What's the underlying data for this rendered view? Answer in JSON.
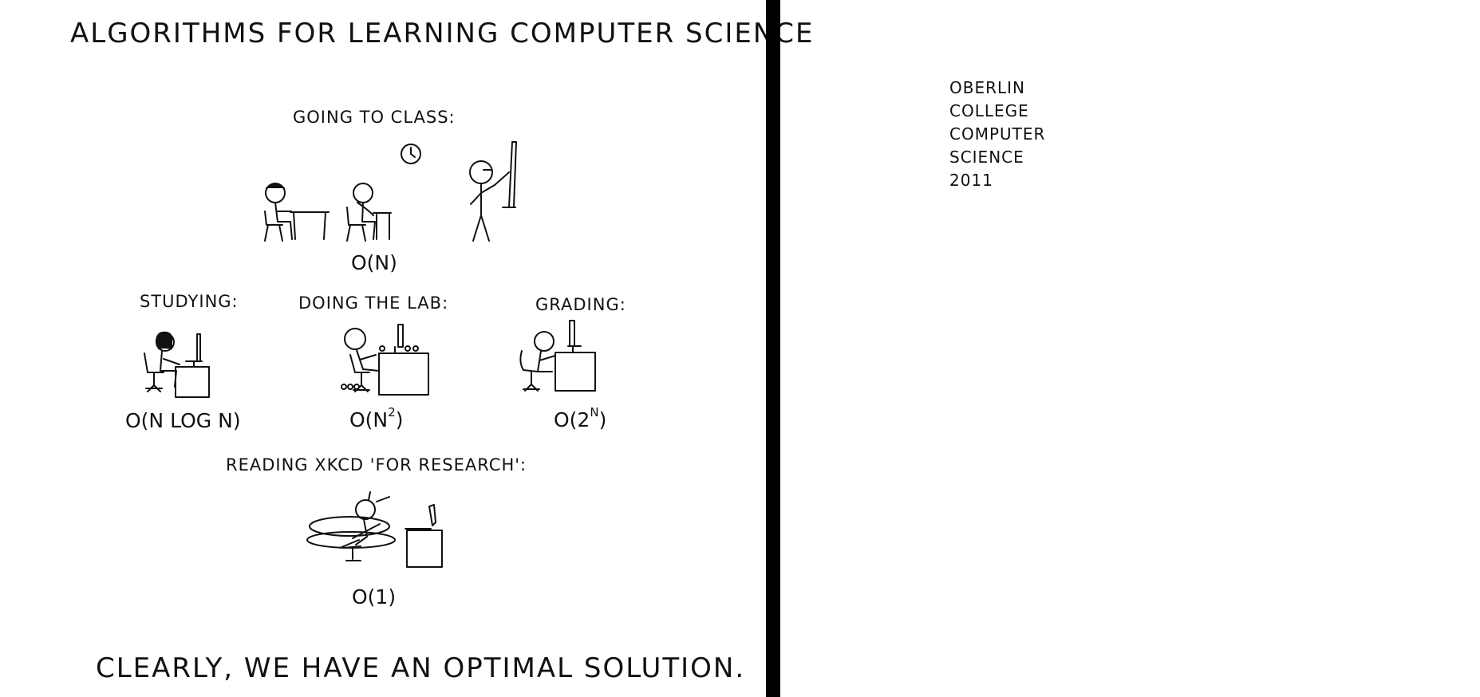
{
  "title": "ALGORITHMS FOR LEARNING COMPUTER SCIENCE",
  "panels": {
    "class": {
      "label": "GOING TO CLASS:",
      "complexity": "O(N)"
    },
    "studying": {
      "label": "STUDYING:",
      "complexity": "O(N LOG N)"
    },
    "lab": {
      "label": "DOING THE LAB:",
      "complexity_base": "O(N",
      "complexity_exp": "2",
      "complexity_close": ")"
    },
    "grading": {
      "label": "GRADING:",
      "complexity_base": "O(2",
      "complexity_exp": "N",
      "complexity_close": ")"
    },
    "xkcd": {
      "label": "READING XKCD 'FOR RESEARCH':",
      "complexity": "O(1)"
    }
  },
  "conclusion": "CLEARLY, WE HAVE AN OPTIMAL SOLUTION.",
  "side_note": {
    "lines": [
      "OBERLIN",
      "COLLEGE",
      "COMPUTER",
      "SCIENCE",
      "2011"
    ]
  },
  "colors": {
    "ink": "#111111",
    "divider": "#000000",
    "background": "#ffffff"
  }
}
